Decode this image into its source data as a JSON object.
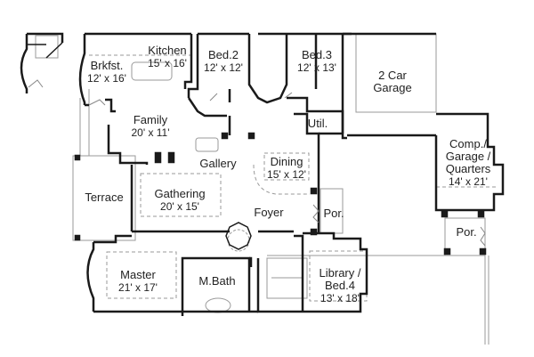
{
  "plan": {
    "type": "floor-plan",
    "line_color": "#1a1a1a",
    "dash_color": "#9a9a9a",
    "rooms": [
      {
        "id": "brkfst",
        "name": "Brkfst.",
        "dims": "12' x 16'"
      },
      {
        "id": "kitchen",
        "name": "Kitchen",
        "dims": "15' x 16'"
      },
      {
        "id": "bed2",
        "name": "Bed.2",
        "dims": "12' x 12'"
      },
      {
        "id": "bed3",
        "name": "Bed.3",
        "dims": "12' x 13'"
      },
      {
        "id": "garage",
        "name": "2 Car",
        "name2": "Garage"
      },
      {
        "id": "family",
        "name": "Family",
        "dims": "20' x 11'"
      },
      {
        "id": "util",
        "name": "Util."
      },
      {
        "id": "gallery",
        "name": "Gallery"
      },
      {
        "id": "dining",
        "name": "Dining",
        "dims": "15' x 12'"
      },
      {
        "id": "comp",
        "name": "Comp./",
        "name2": "Garage /",
        "name3": "Quarters",
        "dims": "14' x 21'"
      },
      {
        "id": "terrace",
        "name": "Terrace"
      },
      {
        "id": "gathering",
        "name": "Gathering",
        "dims": "20' x 15'"
      },
      {
        "id": "foyer",
        "name": "Foyer"
      },
      {
        "id": "por1",
        "name": "Por."
      },
      {
        "id": "por2",
        "name": "Por."
      },
      {
        "id": "master",
        "name": "Master",
        "dims": "21' x 17'"
      },
      {
        "id": "mbath",
        "name": "M.Bath"
      },
      {
        "id": "library",
        "name": "Library /",
        "name2": "Bed.4",
        "dims": "13' x 18'"
      }
    ]
  }
}
